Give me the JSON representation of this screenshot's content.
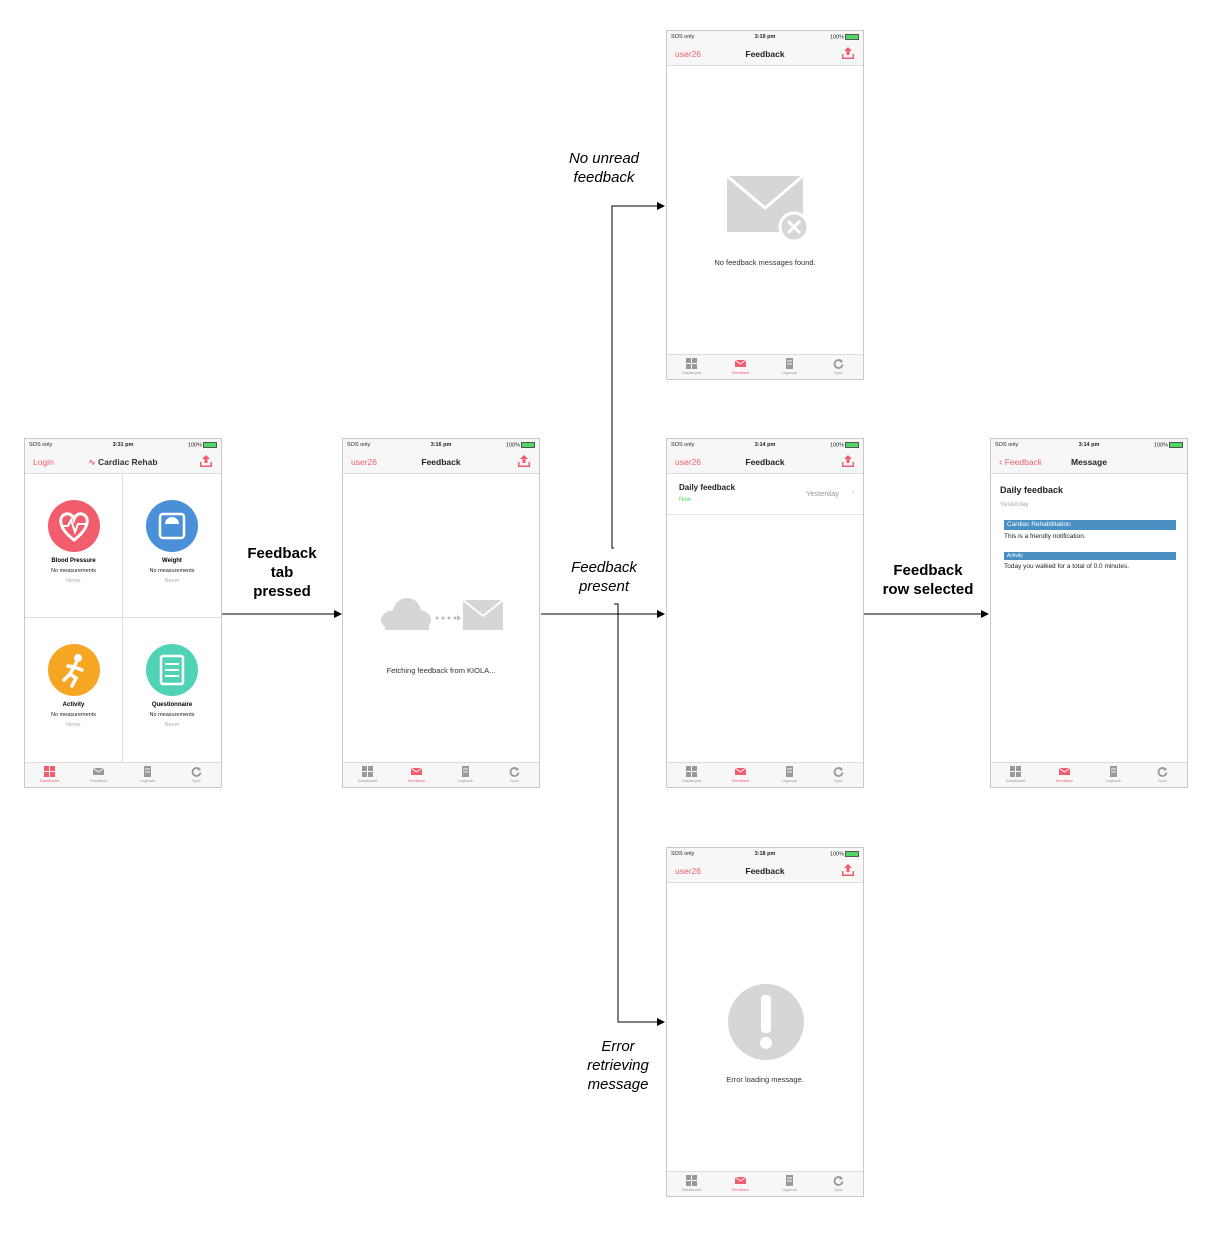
{
  "common": {
    "status_left": "SOS only",
    "status_right": "100%",
    "tabs": [
      "Dashboard",
      "Feedback",
      "Logbook",
      "Sync"
    ]
  },
  "screen_dashboard": {
    "time": "3:31 pm",
    "nav_left": "Login",
    "nav_title": "Cardiac Rehab",
    "cells": [
      {
        "title": "Blood Pressure",
        "sub": "No measurements",
        "never": "Never",
        "color": "#f25d6d"
      },
      {
        "title": "Weight",
        "sub": "No measurements",
        "never": "Never",
        "color": "#4a90d9"
      },
      {
        "title": "Activity",
        "sub": "No measurements",
        "never": "Never",
        "color": "#f5a623"
      },
      {
        "title": "Questionnaire",
        "sub": "No measurements",
        "never": "Never",
        "color": "#50d2b4"
      }
    ]
  },
  "screen_fetching": {
    "time": "3:16 pm",
    "nav_left": "user26",
    "nav_title": "Feedback",
    "message": "Fetching feedback from KIOLA..."
  },
  "screen_empty": {
    "time": "3:19 pm",
    "nav_left": "user26",
    "nav_title": "Feedback",
    "message": "No feedback messages found."
  },
  "screen_list": {
    "time": "3:14 pm",
    "nav_left": "user26",
    "nav_title": "Feedback",
    "row_title": "Daily feedback",
    "row_status": "New",
    "row_date": "Yesterday"
  },
  "screen_error": {
    "time": "3:18 pm",
    "nav_left": "user26",
    "nav_title": "Feedback",
    "message": "Error loading message."
  },
  "screen_message": {
    "time": "3:14 pm",
    "nav_left": "Feedback",
    "nav_title": "Message",
    "heading": "Daily feedback",
    "date": "Yesterday",
    "section1_title": "Cardiac Rehabilitation",
    "section1_body": "This is a friendly notification.",
    "section2_title": "Activity",
    "section2_body": "Today you walked for a total of 0.0 minutes."
  },
  "labels": {
    "tab_pressed": [
      "Feedback",
      "tab",
      "pressed"
    ],
    "no_unread": [
      "No unread",
      "feedback"
    ],
    "present": [
      "Feedback",
      "present"
    ],
    "row_selected": [
      "Feedback",
      "row selected"
    ],
    "error": [
      "Error",
      "retrieving",
      "message"
    ]
  },
  "colors": {
    "accent": "#f25d6d",
    "new_green": "#4cd964",
    "section_blue": "#4a90c2"
  }
}
